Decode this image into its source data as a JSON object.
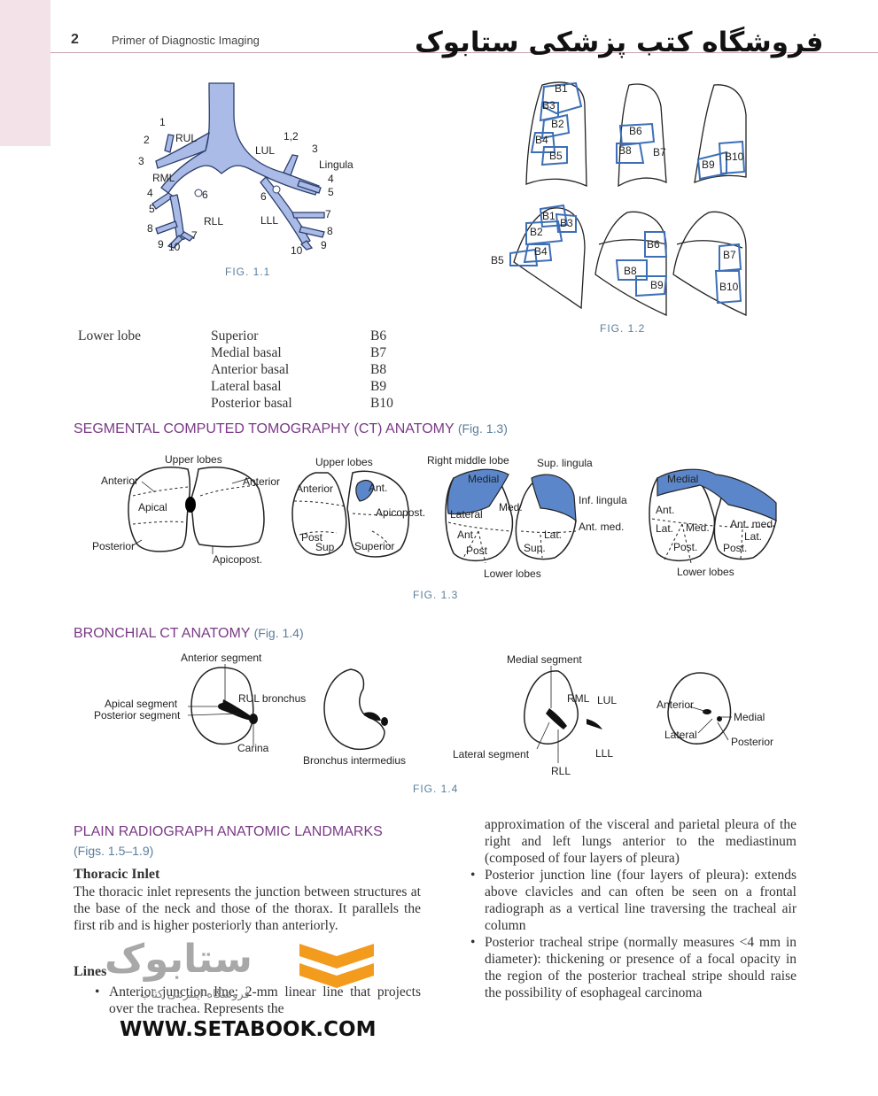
{
  "header": {
    "page_number": "2",
    "running_title": "Primer of Diagnostic Imaging",
    "store_banner": "فروشگاه کتب پزشکی ستابوک"
  },
  "fig1_1": {
    "caption": "FIG. 1.1",
    "labels": [
      "RUL",
      "LUL",
      "RML",
      "Lingula",
      "RLL",
      "LLL",
      "1",
      "2",
      "3",
      "4",
      "5",
      "6",
      "8",
      "9",
      "10",
      "7",
      "1,2",
      "3",
      "4",
      "5",
      "6",
      "7",
      "8",
      "10",
      "9"
    ]
  },
  "fig1_2": {
    "caption": "FIG. 1.2",
    "labels": [
      "B1",
      "B3",
      "B2",
      "B4",
      "B5",
      "B6",
      "B8",
      "B7",
      "B9",
      "B10",
      "B1",
      "B3",
      "B2",
      "B5",
      "B4",
      "B6",
      "B8",
      "B9",
      "B7",
      "B10"
    ]
  },
  "lower_lobe_table": {
    "lobe": "Lower lobe",
    "segments": [
      "Superior",
      "Medial basal",
      "Anterior basal",
      "Lateral basal",
      "Posterior basal"
    ],
    "codes": [
      "B6",
      "B7",
      "B8",
      "B9",
      "B10"
    ]
  },
  "section_ct": {
    "title": "SEGMENTAL COMPUTED TOMOGRAPHY (CT) ANATOMY",
    "ref": "(Fig. 1.3)",
    "caption": "FIG. 1.3",
    "labels": {
      "upper_lobes_1": "Upper lobes",
      "anterior_l": "Anterior",
      "anterior_r": "Anterior",
      "apical": "Apical",
      "posterior": "Posterior",
      "apicopost_1": "Apicopost.",
      "upper_lobes_2": "Upper lobes",
      "anterior_2": "Anterior",
      "ant_2": "Ant.",
      "apicopost_2": "Apicopost.",
      "post_2": "Post",
      "sup_2": "Sup",
      "superior_2": "Superior",
      "right_middle_lobe": "Right middle lobe",
      "sup_lingula": "Sup. lingula",
      "medial_3": "Medial",
      "med_3": "Med.",
      "inf_lingula": "Inf. lingula",
      "lateral_3": "Lateral",
      "ant_med_3": "Ant. med.",
      "ant_3": "Ant",
      "lat_3": "Lat.",
      "post_3": "Post",
      "sup_3": "Sup.",
      "lower_lobes_3": "Lower lobes",
      "medial_4": "Medial",
      "ant_4": "Ant.",
      "lat_4": "Lat.",
      "med_4": "Med.",
      "ant_med_4": "Ant. med.",
      "lat_4b": "Lat.",
      "post_4": "Post.",
      "post_4b": "Post.",
      "lower_lobes_4": "Lower lobes"
    }
  },
  "section_bronchial": {
    "title": "BRONCHIAL CT ANATOMY",
    "ref": "(Fig. 1.4)",
    "caption": "FIG. 1.4",
    "labels": {
      "anterior_segment": "Anterior segment",
      "apical_segment": "Apical segment",
      "posterior_segment": "Posterior segment",
      "rul_bronchus": "RUL bronchus",
      "carina": "Carina",
      "bronchus_intermedius": "Bronchus intermedius",
      "medial_segment": "Medial segment",
      "rml": "RML",
      "lul": "LUL",
      "lll": "LLL",
      "lateral_segment": "Lateral segment",
      "rll": "RLL",
      "anterior": "Anterior",
      "medial": "Medial",
      "lateral": "Lateral",
      "posterior": "Posterior"
    }
  },
  "section_plain": {
    "title": "PLAIN RADIOGRAPH ANATOMIC LANDMARKS",
    "ref": "(Figs. 1.5–1.9)",
    "thoracic_inlet_heading": "Thoracic Inlet",
    "thoracic_inlet_text": "The thoracic inlet represents the junction between structures at the base of the neck and those of the thorax. It parallels the first rib and is higher posteriorly than anteriorly.",
    "lines_heading": "Lines",
    "left_bullet": "Anterior junction line: 2-mm linear line that projects over the trachea. Represents the",
    "right_continuation": "approximation of the visceral and parietal pleura of the right and left lungs anterior to the mediastinum (composed of four layers of pleura)",
    "right_bullets": [
      "Posterior junction line (four layers of pleura): extends above clavicles and can often be seen on a frontal radiograph as a vertical line traversing the tracheal air column",
      "Posterior tracheal stripe (normally measures <4 mm in diameter): thickening or presence of a focal opacity in the region of the posterior tracheal stripe should raise the possibility of esophageal carcinoma"
    ]
  },
  "watermark": {
    "logo_text": "ستابوک",
    "tagline": "فروشگاه اینترنتی کتاب",
    "url": "WWW.SETABOOK.COM"
  },
  "colors": {
    "accent_purple": "#7a3a86",
    "caption_blue": "#5b7e9b",
    "fill_blue": "#5b86c9",
    "bronchus_fill": "#aabbe8",
    "logo_orange": "#f39b1c"
  }
}
